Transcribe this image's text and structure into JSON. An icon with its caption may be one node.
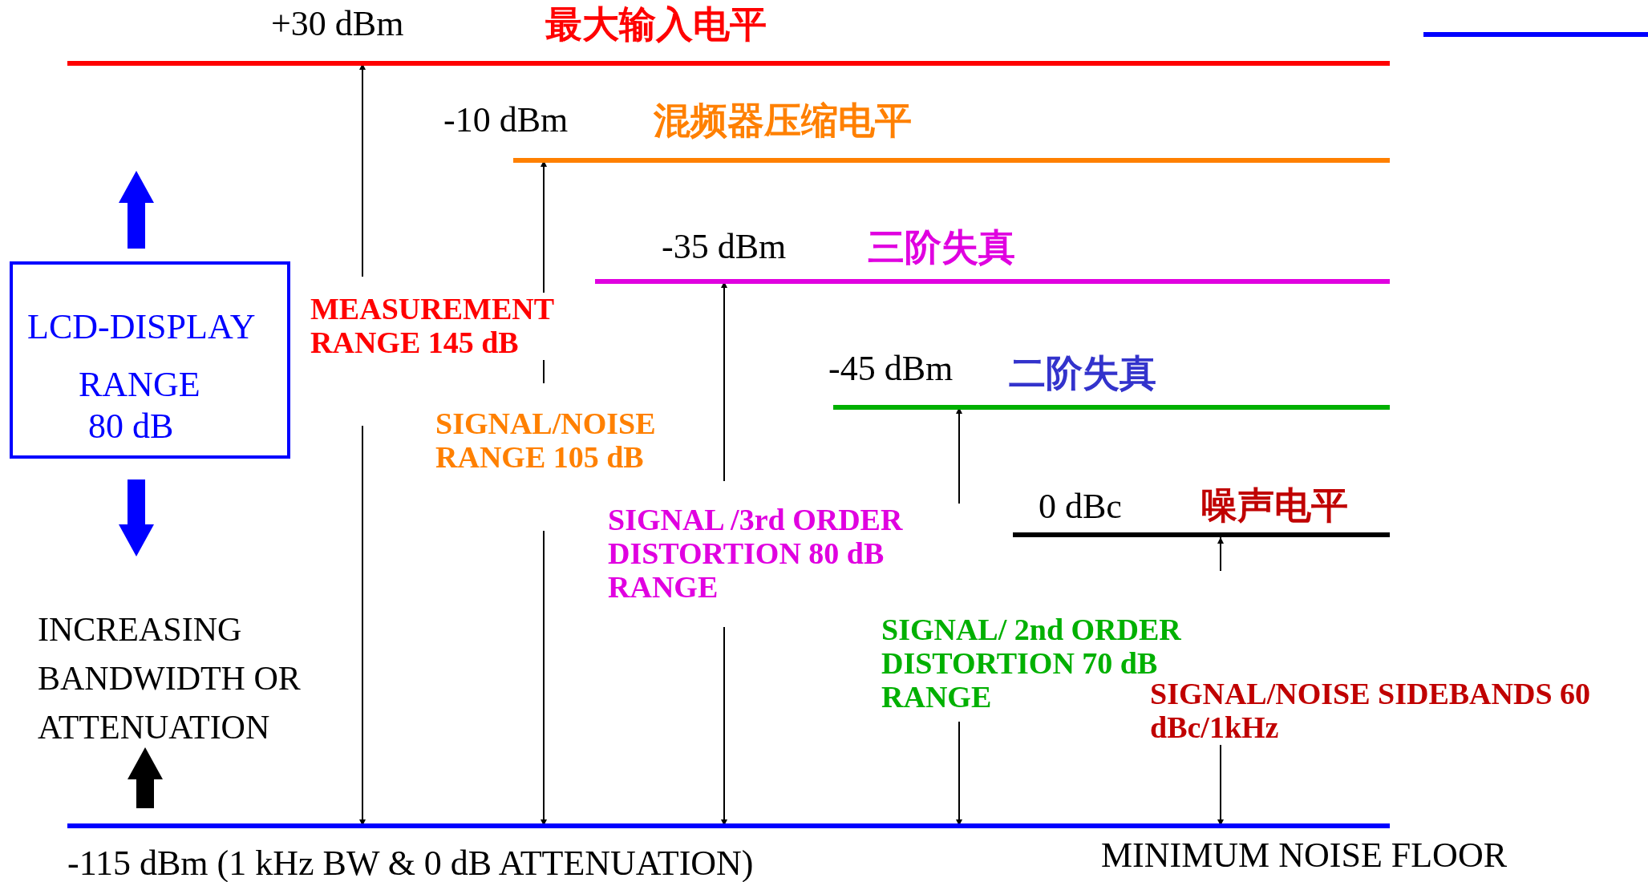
{
  "diagram": {
    "nodes": [
      {
        "text": [
          "+30 dBm",
          "最大输入电平"
        ]
      },
      {
        "text": [
          "-10 dBm",
          "混频器压缩电平"
        ]
      },
      {
        "text": [
          "-35 dBm",
          "三阶失真"
        ]
      },
      {
        "text": [
          "-45 dBm",
          "二阶失真"
        ]
      },
      {
        "text": [
          "0 dBc",
          "噪声电平"
        ]
      },
      {
        "text": [
          "-115 dBm (1 kHz BW & 0 dB ATTENUATION)",
          "MINIMUM NOISE FLOOR"
        ]
      },
      {
        "text": [
          "LCD-DISPLAY",
          "RANGE",
          "80 dB"
        ]
      }
    ],
    "labels": [
      "MEASUREMENT RANGE 145 dB",
      "SIGNAL/NOISE RANGE 105 dB",
      "SIGNAL /3rd ORDER DISTORTION 80 dB RANGE",
      "SIGNAL/ 2nd ORDER DISTORTION 70 dB RANGE",
      "SIGNAL/NOISE SIDEBANDS 60 dBc/1kHz",
      "INCREASING BANDWIDTH OR ATTENUATION"
    ]
  }
}
